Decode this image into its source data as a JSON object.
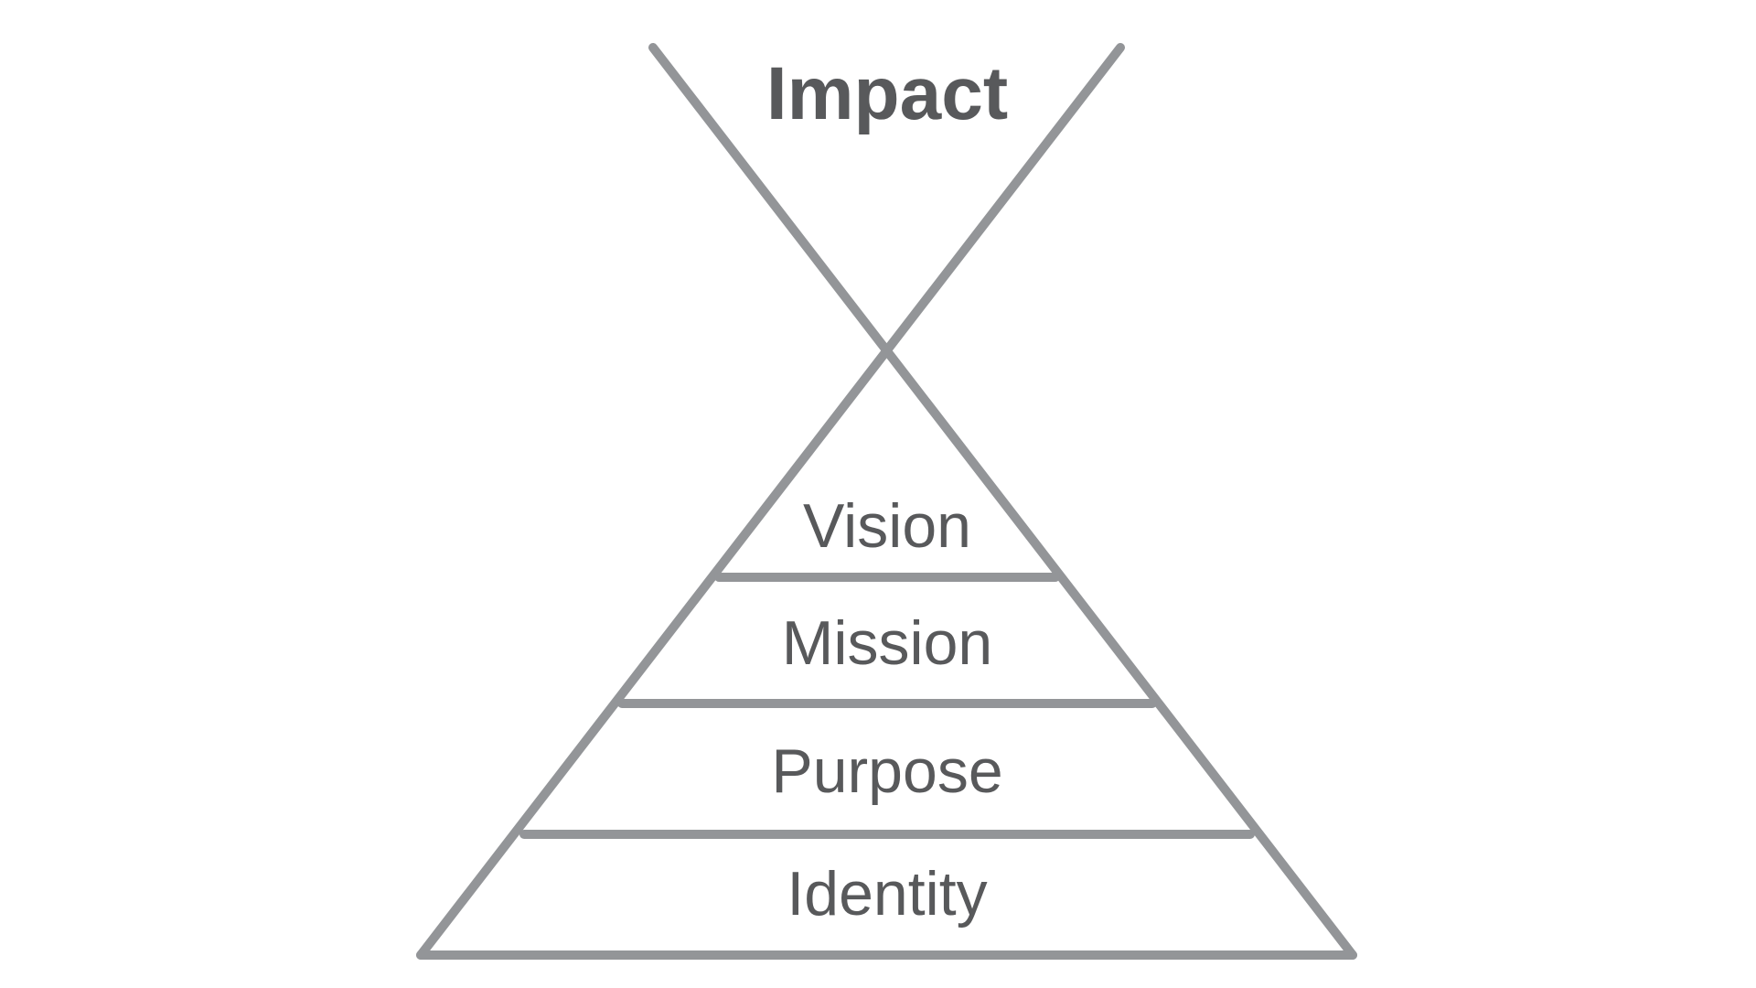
{
  "diagram": {
    "top_label": "Impact",
    "layers": [
      {
        "label": "Vision"
      },
      {
        "label": "Mission"
      },
      {
        "label": "Purpose"
      },
      {
        "label": "Identity"
      }
    ]
  },
  "colors": {
    "line": "#939598",
    "text": "#58595b",
    "background": "#ffffff"
  }
}
